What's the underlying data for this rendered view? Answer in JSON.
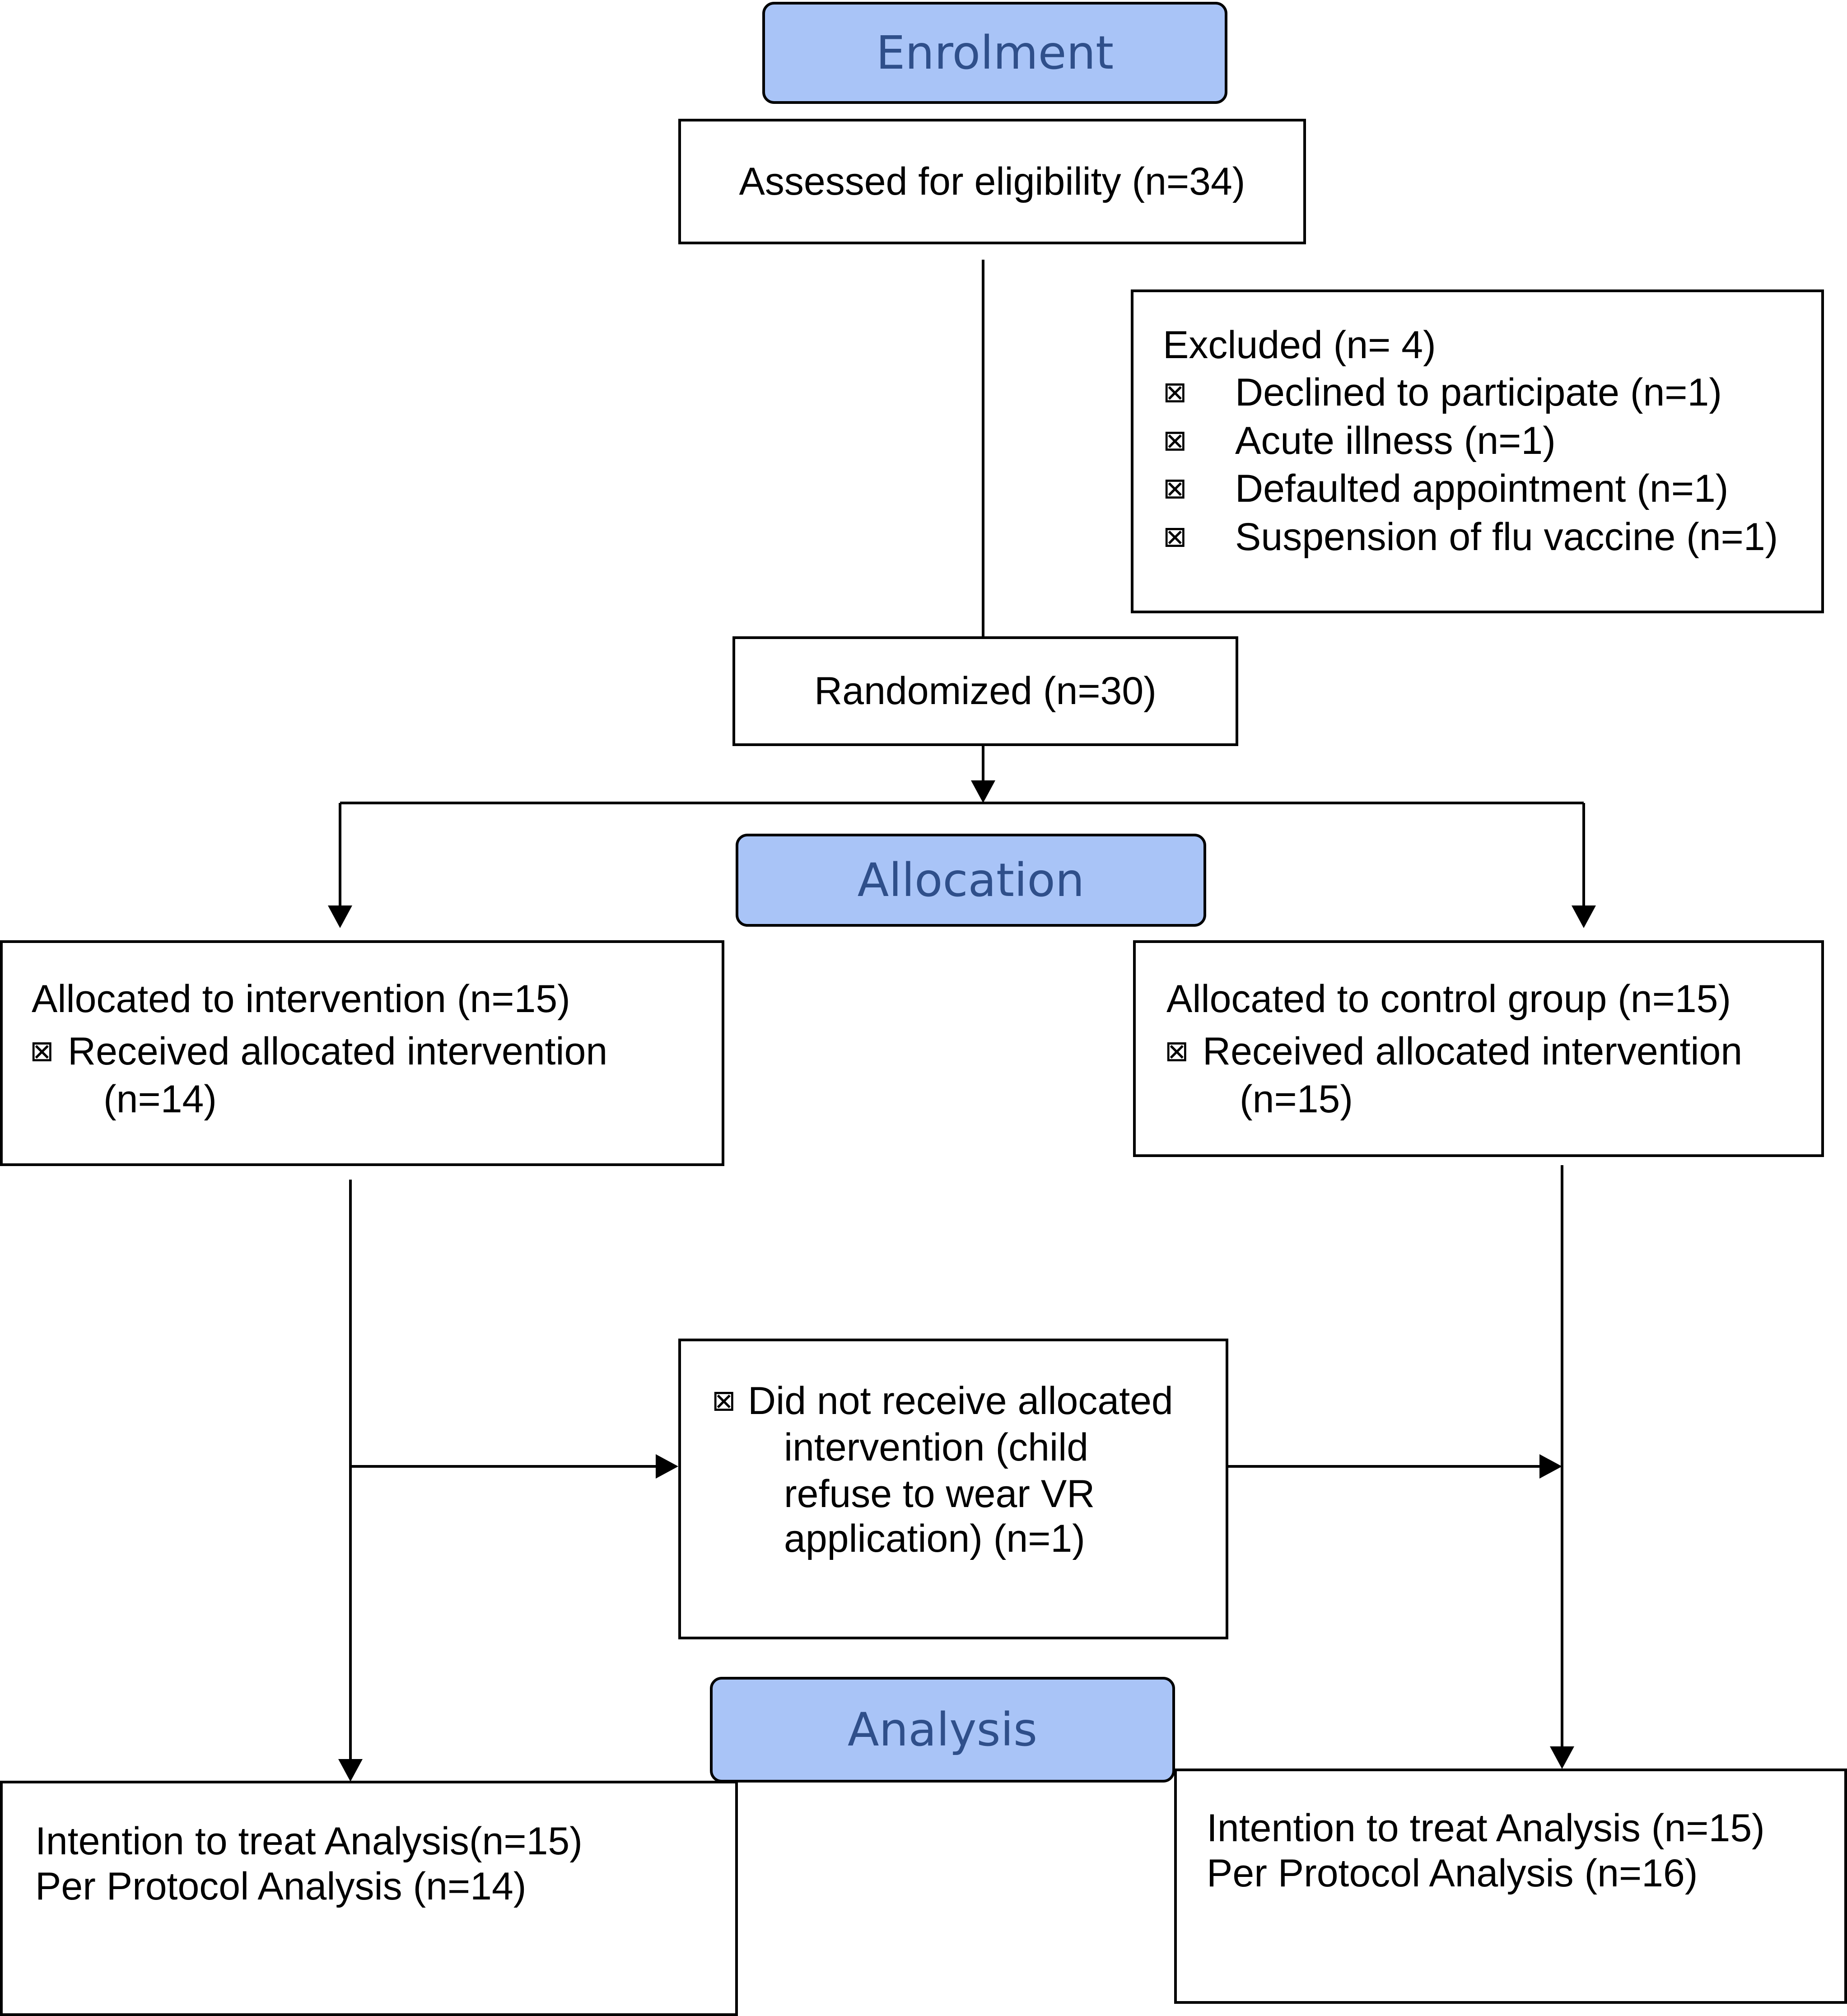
{
  "colors": {
    "phase_fill": "#a9c4f7",
    "phase_text": "#2f4f8a",
    "line": "#000000"
  },
  "phases": {
    "enrolment": "Enrolment",
    "allocation": "Allocation",
    "analysis": "Analysis"
  },
  "bullet_icon": "⊠",
  "assessed": "Assessed for eligibility (n=34)",
  "excluded": {
    "title": "Excluded (n= 4)",
    "items": [
      "Declined to participate (n=1)",
      "Acute illness (n=1)",
      "Defaulted appointment (n=1)",
      "Suspension of flu vaccine (n=1)"
    ]
  },
  "randomized": "Randomized (n=30)",
  "intervention": {
    "title": "Allocated to intervention (n=15)",
    "received_line1": "Received allocated intervention",
    "received_line2": "(n=14)"
  },
  "control": {
    "title": "Allocated to control group (n=15)",
    "received_line1": "Received allocated intervention",
    "received_line2": "(n=15)"
  },
  "not_received": {
    "line1": "Did not receive allocated",
    "line2": "intervention (child",
    "line3": "refuse to wear VR",
    "line4": "application) (n=1)"
  },
  "analysis_left": {
    "itt": "Intention to treat Analysis(n=15)",
    "pp": "Per Protocol Analysis (n=14)"
  },
  "analysis_right": {
    "itt": "Intention to treat Analysis (n=15)",
    "pp": "Per Protocol Analysis (n=16)"
  }
}
